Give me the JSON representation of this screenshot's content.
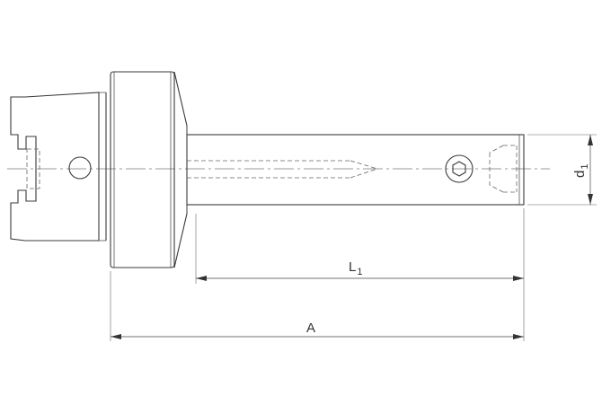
{
  "dimensions": {
    "l1": {
      "main": "L",
      "sub": "1"
    },
    "a": {
      "main": "A"
    },
    "d1": {
      "main": "d",
      "sub": "1"
    }
  }
}
